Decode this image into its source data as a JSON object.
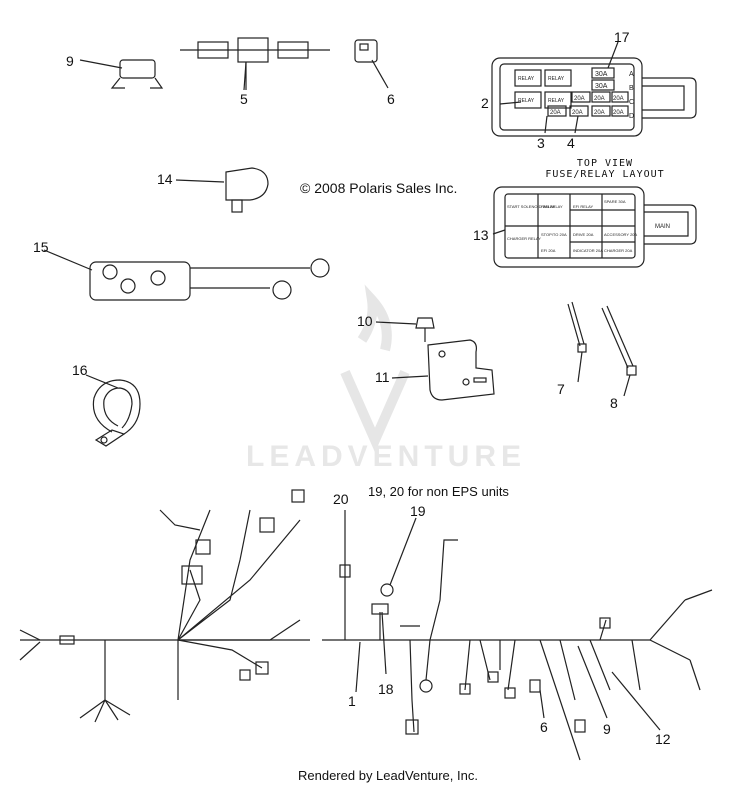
{
  "copyright": "© 2008 Polaris Sales Inc.",
  "fuse_box_header": [
    "TOP VIEW",
    "FUSE/RELAY LAYOUT"
  ],
  "note": "19, 20 for non EPS units",
  "watermark": "LEADVENTURE",
  "footer": "Rendered by LeadVenture, Inc.",
  "callouts": {
    "c9a": "9",
    "c5": "5",
    "c6a": "6",
    "c2": "2",
    "c17": "17",
    "c3": "3",
    "c4": "4",
    "c14": "14",
    "c13": "13",
    "c15": "15",
    "c10": "10",
    "c11": "11",
    "c7": "7",
    "c8": "8",
    "c16": "16",
    "c20": "20",
    "c19": "19",
    "c18": "18",
    "c1": "1",
    "c6b": "6",
    "c9b": "9",
    "c12": "12"
  },
  "fuse_box_top": {
    "relays": [
      "RELAY",
      "RELAY",
      "RELAY",
      "RELAY"
    ],
    "fuses": [
      "30A",
      "30A",
      "20A",
      "20A",
      "20A",
      "20A",
      "20A",
      "20A",
      "20A"
    ],
    "side_letters": [
      "A",
      "B",
      "C",
      "D"
    ]
  },
  "fuse_box_layout": {
    "cells": [
      "START SOLENOID RELAY",
      "FAN RELAY",
      "EFI RELAY",
      "SPARE 30A",
      "CHARGER RELAY",
      "STOP/TO 20A",
      "DRIVE 20A",
      "ACCESSORY 20A",
      "EFI 20A",
      "INDICATOR 20A",
      "CHARGER 20A"
    ],
    "tab": "MAIN"
  }
}
